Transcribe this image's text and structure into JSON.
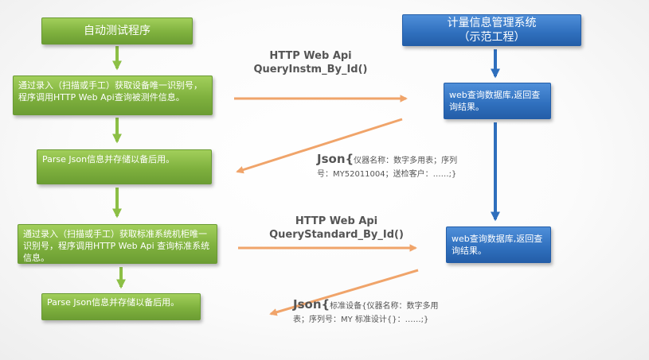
{
  "colors": {
    "green_box": "#7fb13e",
    "green_arrow": "#8cbf45",
    "blue_box": "#2f6fbd",
    "blue_arrow": "#2f6fbd",
    "orange_arrow": "#f0a46a",
    "text_gray": "#555555"
  },
  "left_flow": {
    "start": "自动测试程序",
    "step1": "通过录入（扫描或手工）获取设备唯一识别号，程序调用HTTP Web Api查询被测件信息。",
    "step2": "Parse Json信息并存储以备后用。",
    "step3": "通过录入（扫描或手工）获取标准系统机柜唯一识别号，程序调用HTTP Web Api 查询标准系统信息。",
    "step4": "Parse Json信息并存储以备后用。"
  },
  "right_flow": {
    "system_line1": "计量信息管理系统",
    "system_line2": "（示范工程）",
    "query1": "web查询数据库,返回查询结果。",
    "query2": "web查询数据库,返回查询结果。"
  },
  "calls": {
    "api1_line1": "HTTP Web Api",
    "api1_line2": "QueryInstm_By_Id()",
    "api2_line1": "HTTP Web Api",
    "api2_line2": "QueryStandard_By_Id()"
  },
  "responses": {
    "json1_prefix": "Json{",
    "json1_text": "仪器名称：数字多用表；序列号：MY52011004；送检客户：……;}",
    "json2_prefix": "Json{",
    "json2_text": "标准设备{仪器名称：数字多用表；序列号：MY 标准设计{}：……;}"
  }
}
